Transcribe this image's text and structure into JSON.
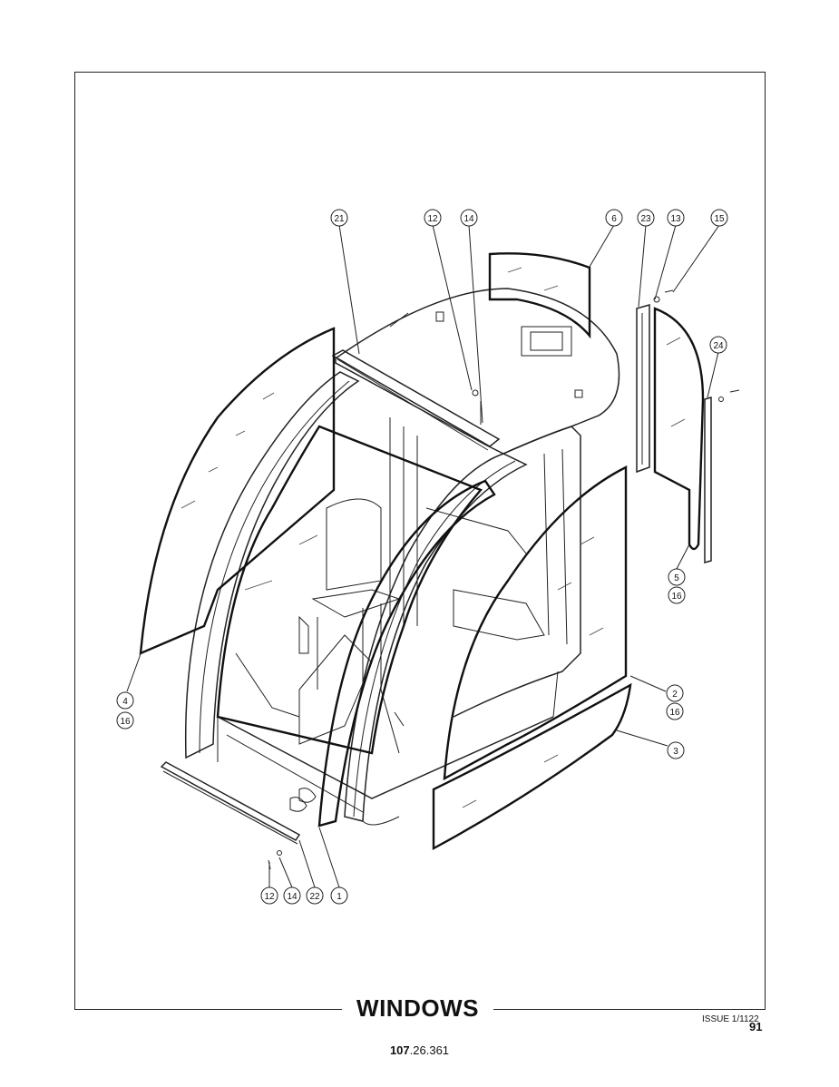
{
  "title": "WINDOWS",
  "issue": "ISSUE 1/1122",
  "page_number": "91",
  "doc_number_bold": "107",
  "doc_number_rest": ".26.361",
  "callouts": [
    {
      "id": "c21",
      "label": "21"
    },
    {
      "id": "c12a",
      "label": "12"
    },
    {
      "id": "c14a",
      "label": "14"
    },
    {
      "id": "c6",
      "label": "6"
    },
    {
      "id": "c23",
      "label": "23"
    },
    {
      "id": "c13",
      "label": "13"
    },
    {
      "id": "c15",
      "label": "15"
    },
    {
      "id": "c24",
      "label": "24"
    },
    {
      "id": "c5",
      "label": "5"
    },
    {
      "id": "c16a",
      "label": "16"
    },
    {
      "id": "c4",
      "label": "4"
    },
    {
      "id": "c16b",
      "label": "16"
    },
    {
      "id": "c2",
      "label": "2"
    },
    {
      "id": "c16c",
      "label": "16"
    },
    {
      "id": "c3",
      "label": "3"
    },
    {
      "id": "c12b",
      "label": "12"
    },
    {
      "id": "c14b",
      "label": "14"
    },
    {
      "id": "c22",
      "label": "22"
    },
    {
      "id": "c1",
      "label": "1"
    }
  ]
}
